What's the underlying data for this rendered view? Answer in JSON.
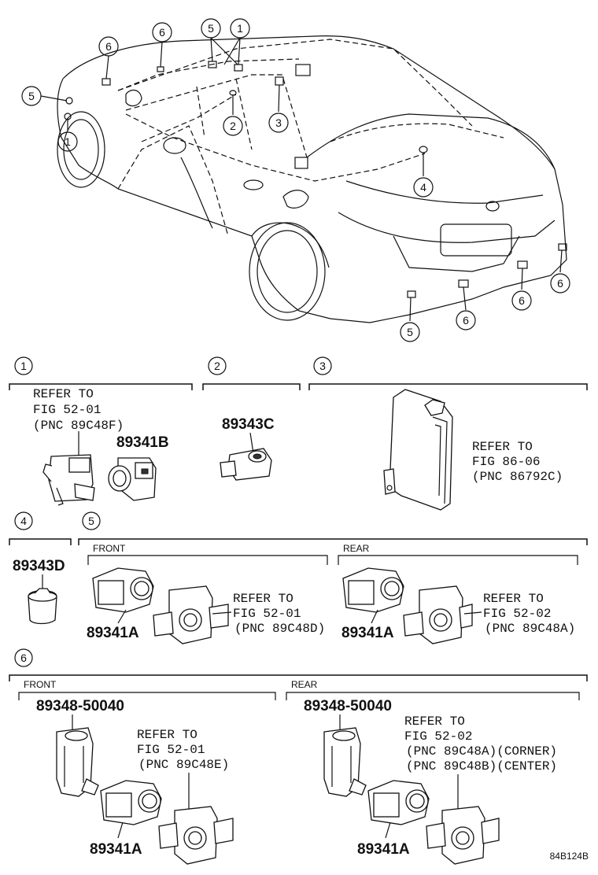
{
  "car_callouts": [
    "1",
    "2",
    "3",
    "4",
    "5",
    "6"
  ],
  "sections": {
    "s1": {
      "num": "1",
      "refer": "REFER TO",
      "fig": "FIG 52-01",
      "pnc": "(PNC 89C48F)",
      "part": "89341B"
    },
    "s2": {
      "num": "2",
      "part": "89343C"
    },
    "s3": {
      "num": "3",
      "refer": "REFER TO",
      "fig": "FIG 86-06",
      "pnc": "(PNC 86792C)"
    },
    "s4": {
      "num": "4",
      "part": "89343D"
    },
    "s5": {
      "num": "5",
      "front": {
        "label": "FRONT",
        "part": "89341A",
        "refer": "REFER TO",
        "fig": "FIG 52-01",
        "pnc": "(PNC 89C48D)"
      },
      "rear": {
        "label": "REAR",
        "part": "89341A",
        "refer": "REFER TO",
        "fig": "FIG 52-02",
        "pnc": "(PNC 89C48A)"
      }
    },
    "s6": {
      "num": "6",
      "front": {
        "label": "FRONT",
        "bracket": "89348-50040",
        "part": "89341A",
        "refer": "REFER TO",
        "fig": "FIG 52-01",
        "pnc": "(PNC 89C48E)"
      },
      "rear": {
        "label": "REAR",
        "bracket": "89348-50040",
        "part": "89341A",
        "refer": "REFER TO",
        "fig": "FIG 52-02",
        "pnc1": "(PNC 89C48A)(CORNER)",
        "pnc2": "(PNC 89C48B)(CENTER)"
      }
    }
  },
  "diagram_code": "84B124B"
}
